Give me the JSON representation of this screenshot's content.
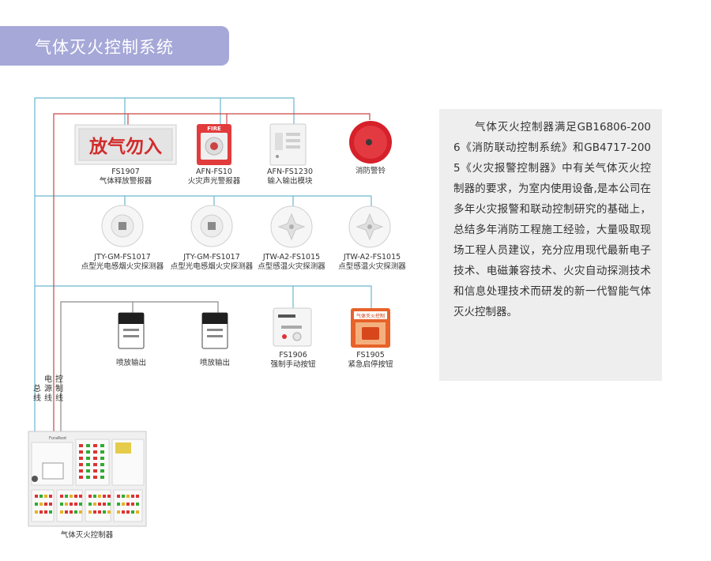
{
  "title": "气体灭火控制系统",
  "colors": {
    "title_bg": "#a6a8d8",
    "wire_blue": "#6bb6d0",
    "wire_red": "#c94545",
    "wire_gray": "#8a8a8a",
    "info_bg": "#eeeeee"
  },
  "devices": {
    "release_alarm": {
      "model": "FS1907",
      "name": "气体释放警报器",
      "panel_text": "放气勿入"
    },
    "sounder_strobe": {
      "model": "AFN-FS10",
      "name": "火灾声光警报器",
      "panel_text": "FIRE"
    },
    "io_module": {
      "model": "AFN-FS1230",
      "name": "输入输出模块"
    },
    "bell": {
      "name": "消防警铃"
    },
    "smoke_1": {
      "model": "JTY-GM-FS1017",
      "name": "点型光电感烟火灾探测器"
    },
    "smoke_2": {
      "model": "JTY-GM-FS1017",
      "name": "点型光电感烟火灾探测器"
    },
    "heat_1": {
      "model": "JTW-A2-FS1015",
      "name": "点型感温火灾探测器"
    },
    "heat_2": {
      "model": "JTW-A2-FS1015",
      "name": "点型感温火灾探测器"
    },
    "spray_1": {
      "name": "喷放输出"
    },
    "spray_2": {
      "name": "喷放输出"
    },
    "manual_button": {
      "model": "FS1906",
      "name": "强制手动按钮"
    },
    "emergency_button": {
      "model": "FS1905",
      "name": "紧急启停按钮",
      "panel_text": "气体灭火控制"
    },
    "controller": {
      "name": "气体灭火控制器",
      "brand": "FuraRoot"
    }
  },
  "wire_labels": {
    "bus": "总线",
    "power": "电源线",
    "control": "控制线"
  },
  "description": "气体灭火控制器满足GB16806-2006《消防联动控制系统》和GB4717-2005《火灾报警控制器》中有关气体灭火控制器的要求，为室内使用设备,是本公司在多年火灾报警和联动控制研究的基础上，总结多年消防工程施工经验，大量吸取现场工程人员建议，充分应用现代最新电子技术、电磁兼容技术、火灾自动探测技术和信息处理技术而研发的新一代智能气体灭火控制器。"
}
